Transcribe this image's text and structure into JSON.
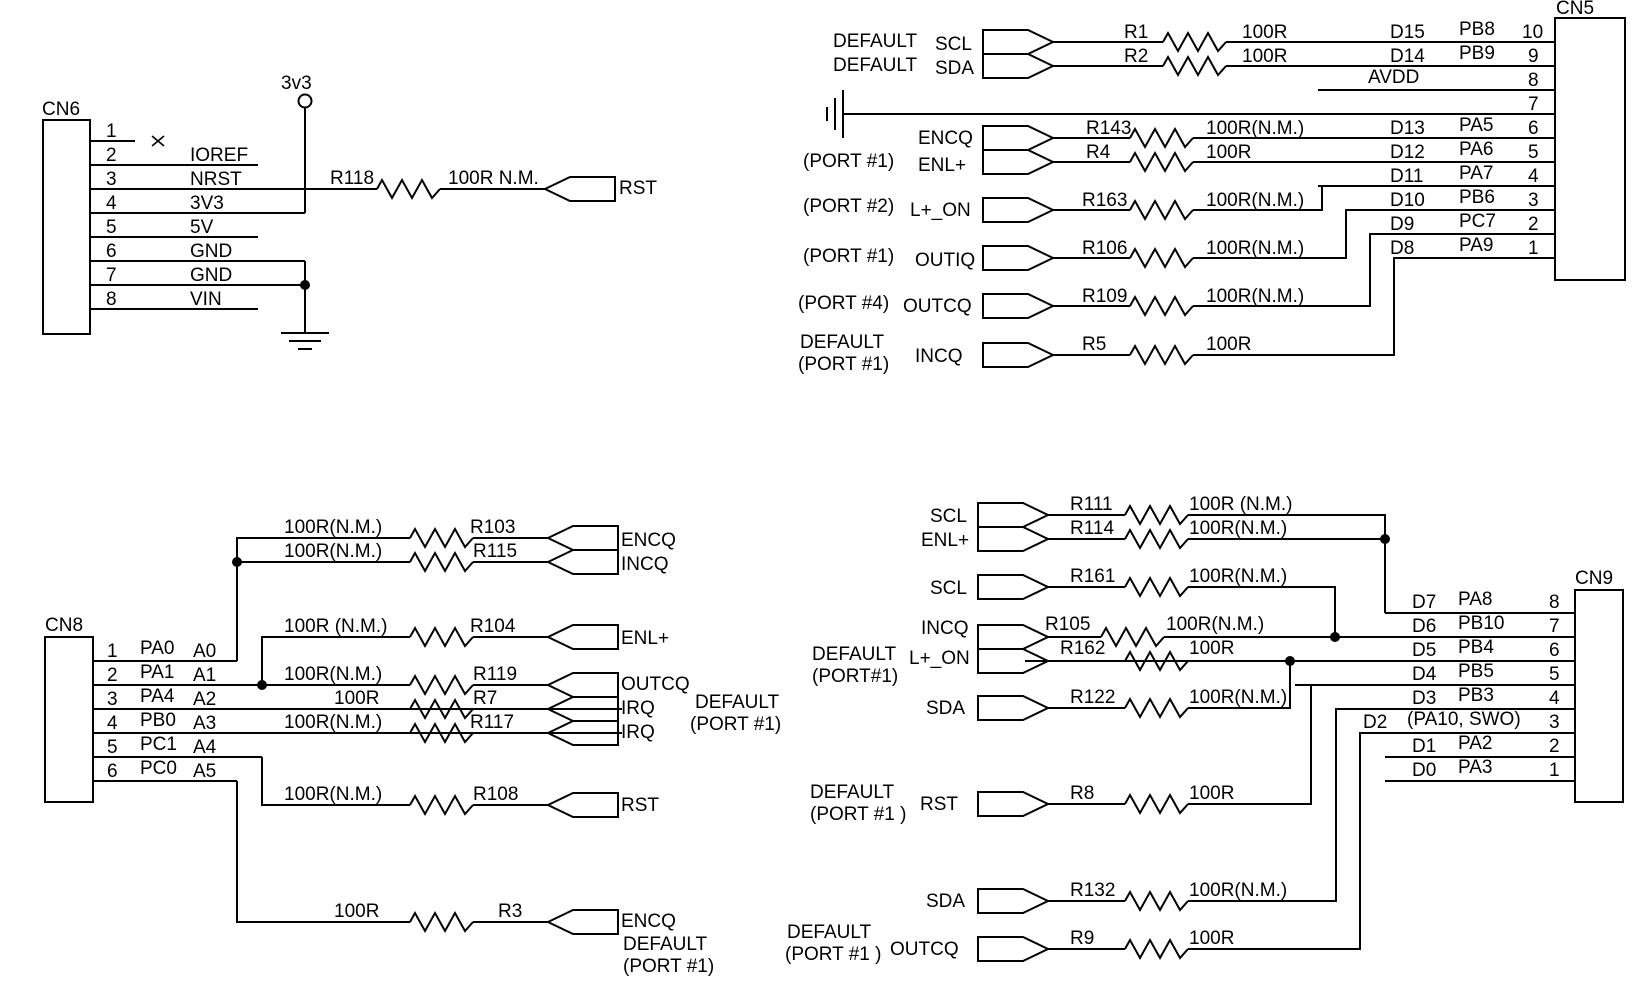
{
  "cn6": {
    "name": "CN6",
    "supply": "3v3",
    "pins": [
      {
        "num": "1",
        "label": ""
      },
      {
        "num": "2",
        "label": "IOREF"
      },
      {
        "num": "3",
        "label": "NRST"
      },
      {
        "num": "4",
        "label": "3V3"
      },
      {
        "num": "5",
        "label": "5V"
      },
      {
        "num": "6",
        "label": "GND"
      },
      {
        "num": "7",
        "label": "GND"
      },
      {
        "num": "8",
        "label": "VIN"
      }
    ],
    "resistor": {
      "ref": "R118",
      "value": "100R N.M."
    },
    "net": "RST"
  },
  "cn5": {
    "name": "CN5",
    "pins": [
      {
        "num": "10",
        "d": "D15",
        "port": "PB8"
      },
      {
        "num": "9",
        "d": "D14",
        "port": "PB9"
      },
      {
        "num": "8",
        "d": "",
        "port": "AVDD"
      },
      {
        "num": "7",
        "d": "",
        "port": ""
      },
      {
        "num": "6",
        "d": "D13",
        "port": "PA5"
      },
      {
        "num": "5",
        "d": "D12",
        "port": "PA6"
      },
      {
        "num": "4",
        "d": "D11",
        "port": "PA7"
      },
      {
        "num": "3",
        "d": "D10",
        "port": "PB6"
      },
      {
        "num": "2",
        "d": "D9",
        "port": "PC7"
      },
      {
        "num": "1",
        "d": "D8",
        "port": "PA9"
      }
    ],
    "rows": [
      {
        "note": "DEFAULT",
        "net": "SCL",
        "ref": "R1",
        "value": "100R"
      },
      {
        "note": "DEFAULT",
        "net": "SDA",
        "ref": "R2",
        "value": "100R"
      },
      {
        "note": "",
        "net": "ENCQ",
        "ref": "R143",
        "value": "100R(N.M.)"
      },
      {
        "note": "(PORT #1)",
        "net": "ENL+",
        "ref": "R4",
        "value": "100R"
      },
      {
        "note": "(PORT #2)",
        "net": "L+_ON",
        "ref": "R163",
        "value": "100R(N.M.)"
      },
      {
        "note": "(PORT #1)",
        "net": "OUTIQ",
        "ref": "R106",
        "value": "100R(N.M.)"
      },
      {
        "note": "(PORT #4)",
        "net": "OUTCQ",
        "ref": "R109",
        "value": "100R(N.M.)"
      },
      {
        "note": "DEFAULT",
        "note2": "(PORT #1)",
        "net": "INCQ",
        "ref": "R5",
        "value": "100R"
      }
    ]
  },
  "cn8": {
    "name": "CN8",
    "pins": [
      {
        "num": "1",
        "port": "PA0",
        "a": "A0"
      },
      {
        "num": "2",
        "port": "PA1",
        "a": "A1"
      },
      {
        "num": "3",
        "port": "PA4",
        "a": "A2"
      },
      {
        "num": "4",
        "port": "PB0",
        "a": "A3"
      },
      {
        "num": "5",
        "port": "PC1",
        "a": "A4"
      },
      {
        "num": "6",
        "port": "PC0",
        "a": "A5"
      }
    ],
    "rows": [
      {
        "value": "100R(N.M.)",
        "ref": "R103",
        "net": "ENCQ"
      },
      {
        "value": "100R(N.M.)",
        "ref": "R115",
        "net": "INCQ"
      },
      {
        "value": "100R (N.M.)",
        "ref": "R104",
        "net": "ENL+"
      },
      {
        "value": "100R(N.M.)",
        "ref": "R119",
        "net": "OUTCQ"
      },
      {
        "value": "100R",
        "ref": "R7",
        "net": "IRQ"
      },
      {
        "value": "100R(N.M.)",
        "ref": "R117",
        "net": "IRQ"
      },
      {
        "value": "100R(N.M.)",
        "ref": "R108",
        "net": "RST"
      },
      {
        "value": "100R",
        "ref": "R3",
        "net": "ENCQ"
      }
    ],
    "note_default": "DEFAULT",
    "note_port": "(PORT #1)"
  },
  "cn9": {
    "name": "CN9",
    "pins": [
      {
        "num": "8",
        "d": "D7",
        "port": "PA8"
      },
      {
        "num": "7",
        "d": "D6",
        "port": "PB10"
      },
      {
        "num": "6",
        "d": "D5",
        "port": "PB4"
      },
      {
        "num": "5",
        "d": "D4",
        "port": "PB5"
      },
      {
        "num": "4",
        "d": "D3",
        "port": "PB3"
      },
      {
        "num": "3",
        "d": "D2",
        "port": "(PA10, SWO)"
      },
      {
        "num": "2",
        "d": "D1",
        "port": "PA2"
      },
      {
        "num": "1",
        "d": "D0",
        "port": "PA3"
      }
    ],
    "rows": [
      {
        "net": "SCL",
        "ref": "R111",
        "value": "100R (N.M.)"
      },
      {
        "net": "ENL+",
        "ref": "R114",
        "value": "100R(N.M.)"
      },
      {
        "net": "SCL",
        "ref": "R161",
        "value": "100R(N.M.)"
      },
      {
        "net": "INCQ",
        "ref": "R105",
        "value": "100R(N.M.)"
      },
      {
        "net": "L+_ON",
        "ref": "R162",
        "value": "100R"
      },
      {
        "net": "SDA",
        "ref": "R122",
        "value": "100R(N.M.)"
      },
      {
        "net": "RST",
        "ref": "R8",
        "value": "100R"
      },
      {
        "net": "SDA",
        "ref": "R132",
        "value": "100R(N.M.)"
      },
      {
        "net": "OUTCQ",
        "ref": "R9",
        "value": "100R"
      }
    ],
    "notes": {
      "default": "DEFAULT",
      "port_a": "(PORT#1)",
      "port_b": "(PORT #1 )",
      "port_c": "(PORT #1 )"
    }
  }
}
